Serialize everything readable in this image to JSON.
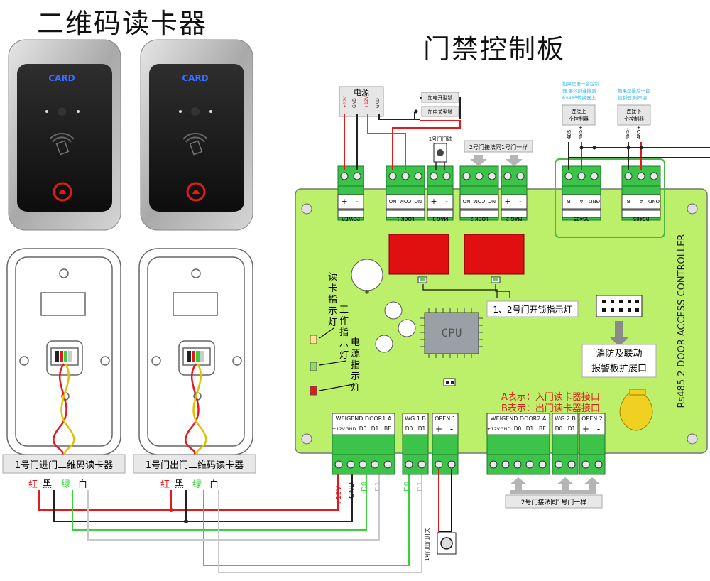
{
  "titles": {
    "reader_title": "二维码读卡器",
    "board_title": "门禁控制板"
  },
  "readers": {
    "card_text": "CARD",
    "entry_caption": "1号门进门二维码读卡器",
    "exit_caption": "1号门出门二维码读卡器"
  },
  "wire_colors_legend": {
    "red": "红",
    "black": "黑",
    "green": "绿",
    "white": "白"
  },
  "power_box": {
    "label": "电源",
    "pins": [
      "+12V",
      "GND",
      "+12V",
      "GND"
    ]
  },
  "lock_notes": {
    "power_on_open": "加电开型锁",
    "power_on_close": "加电关型锁",
    "door_magnet": "1号门门磁",
    "door2_note": "2号门接法同1号门一样"
  },
  "rs485": {
    "note_first": "如果是第一台控制器,那么则连接到RS485转换器上",
    "note_last": "如果是最后一台控制器,则不接",
    "connect_prev": "连接上个控制器",
    "connect_next": "连接下个控制器",
    "pin_minus": "485-",
    "pin_plus": "485+",
    "port_label": "RS485",
    "pins": [
      "GND",
      "A",
      "B"
    ]
  },
  "board": {
    "side_text": "Rs485 2-DOOR ACCESS CONTROLLER",
    "cpu": "CPU",
    "top_terminals": [
      {
        "name": "POWER",
        "pins": [
          "+",
          "-"
        ]
      },
      {
        "name": "LOCK 1",
        "pins": [
          "NO",
          "COM",
          "NC"
        ]
      },
      {
        "name": "MAG 1",
        "pins": [
          "+",
          "-"
        ]
      },
      {
        "name": "LOCK 2",
        "pins": [
          "NO",
          "COM",
          "NC"
        ]
      },
      {
        "name": "MAG 2",
        "pins": [
          "+",
          "-"
        ]
      }
    ],
    "bottom_terminals": [
      {
        "name": "WEIGEND DOOR1 A",
        "pins": [
          "+12V",
          "GND",
          "D0",
          "D1",
          "BE"
        ]
      },
      {
        "name": "WG 1 B",
        "pins": [
          "D0",
          "D1"
        ]
      },
      {
        "name": "OPEN 1",
        "pins": [
          "+",
          "-"
        ]
      },
      {
        "name": "WEIGEND DOOR2 A",
        "pins": [
          "+12V",
          "GND",
          "D0",
          "D1",
          "BE"
        ]
      },
      {
        "name": "WG 2 B",
        "pins": [
          "D0",
          "D1"
        ]
      },
      {
        "name": "OPEN 2",
        "pins": [
          "+",
          "-"
        ]
      }
    ]
  },
  "indicators": {
    "read_card": "读卡指示灯",
    "work": "工作指示灯",
    "power": "电源指示灯",
    "unlock": "1、2号门开锁指示灯",
    "fire_alarm": "消防及联动报警板扩展口"
  },
  "interface_notes": {
    "a_note": "A表示：入门读卡器接口",
    "b_note": "B表示：出门读卡器接口",
    "door2_bottom": "2号门接法同1号门一样"
  },
  "wire_labels": {
    "v12": "+12V",
    "gnd": "GND",
    "d0": "D0",
    "d1": "D1",
    "d0b": "D0",
    "d1b": "D1"
  },
  "exit_button": "1号门出门开关",
  "colors": {
    "board": "#bdf06a",
    "terminal": "#3cc34a",
    "relay": "#e01010",
    "red_wire": "#e31a1c",
    "green_wire": "#3bd13b",
    "blue_wire": "#5560e8",
    "highlight": "#49b648"
  }
}
